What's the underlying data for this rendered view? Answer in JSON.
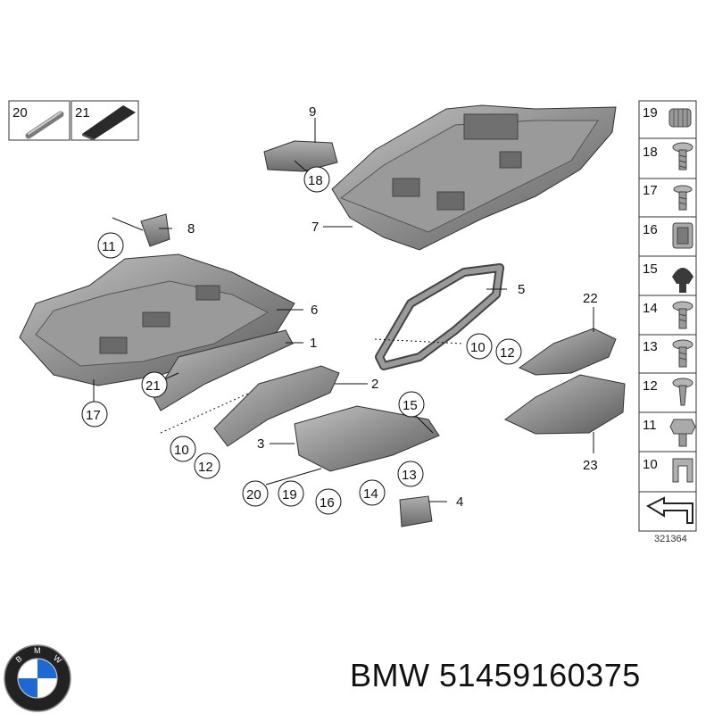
{
  "diagram": {
    "reference_number": "321364",
    "callouts": [
      "1",
      "2",
      "3",
      "4",
      "5",
      "6",
      "7",
      "8",
      "9",
      "10",
      "11",
      "12",
      "13",
      "14",
      "15",
      "16",
      "17",
      "18",
      "19",
      "20",
      "21",
      "22",
      "23"
    ],
    "legend_top": [
      "20",
      "21"
    ],
    "legend_side": [
      "19",
      "18",
      "17",
      "16",
      "15",
      "14",
      "13",
      "12",
      "11",
      "10"
    ]
  },
  "footer": {
    "brand": "BMW",
    "part_number": "51459160375",
    "logo_letters": "BMW"
  },
  "colors": {
    "part_fill": "#8a8a8a",
    "part_dark": "#5e5e5e",
    "part_light": "#b8b8b8",
    "line": "#222222",
    "logo_blue": "#1c69d4"
  }
}
